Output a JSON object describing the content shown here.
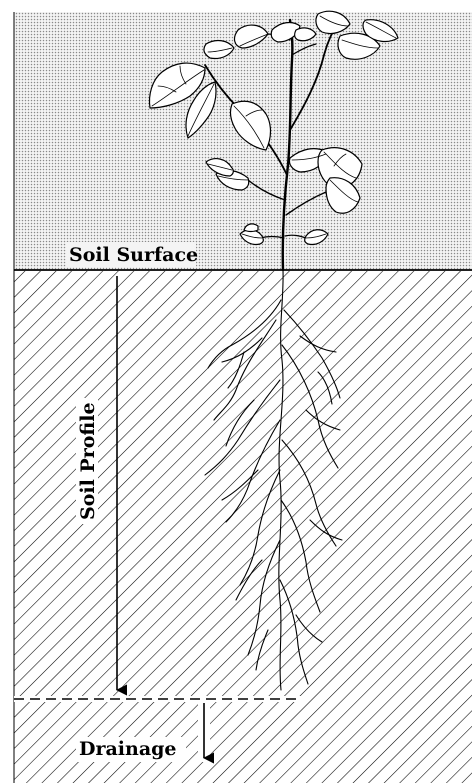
{
  "labels": {
    "soil_surface": "Soil Surface",
    "soil_profile": "Soil Profile",
    "drainage": "Drainage"
  },
  "colors": {
    "sky_dots": "#8a8a8a",
    "sky_bg": "#f4f4f4",
    "soil_hatch": "#000000",
    "ink": "#000000"
  },
  "icons": {
    "plant": "plant-illustration",
    "roots": "root-system",
    "profile_arrow": "down-arrow",
    "drainage_arrow": "down-arrow"
  }
}
